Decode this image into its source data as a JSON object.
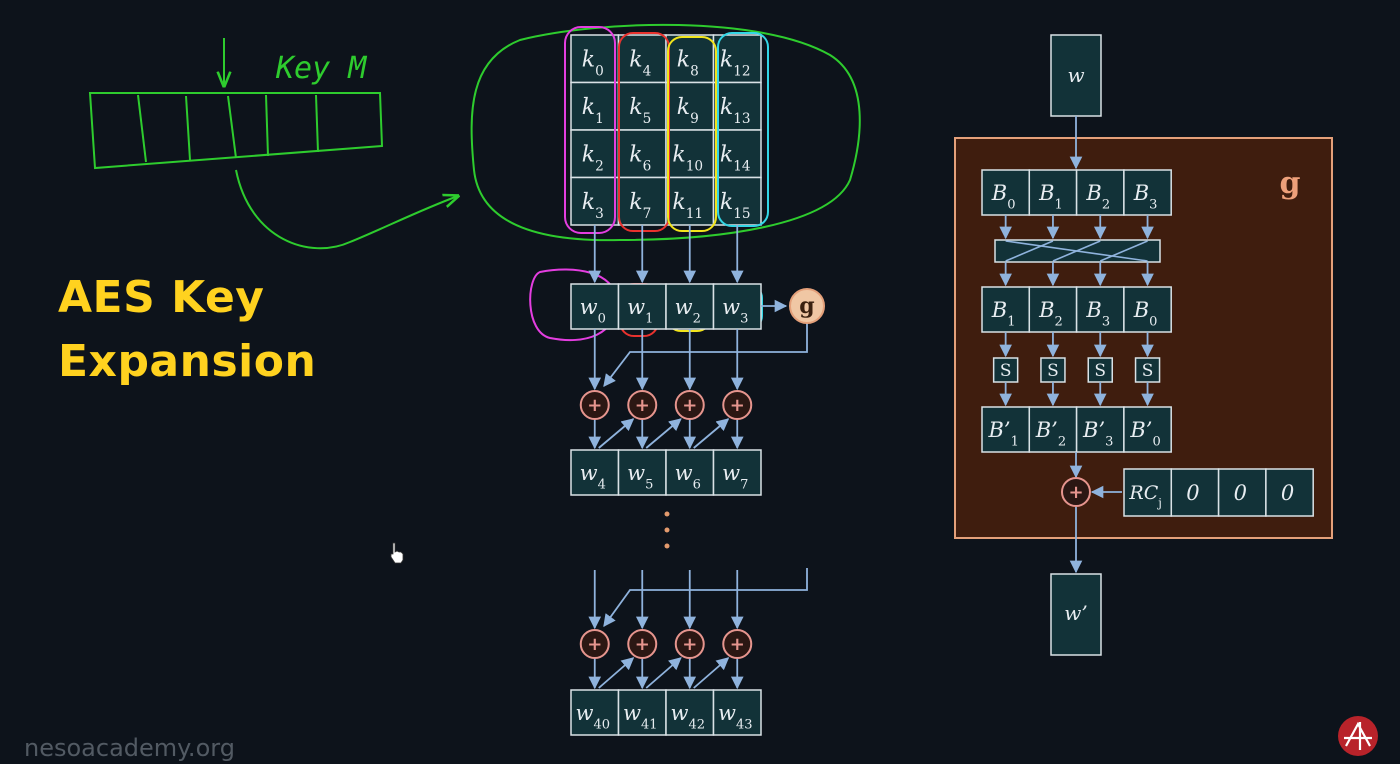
{
  "title": {
    "line1": "AES Key",
    "line2": "Expansion"
  },
  "handwriting": {
    "key_label": "Key M"
  },
  "key_matrix": {
    "columns": [
      [
        {
          "b": "k",
          "s": "0"
        },
        {
          "b": "k",
          "s": "1"
        },
        {
          "b": "k",
          "s": "2"
        },
        {
          "b": "k",
          "s": "3"
        }
      ],
      [
        {
          "b": "k",
          "s": "4"
        },
        {
          "b": "k",
          "s": "5"
        },
        {
          "b": "k",
          "s": "6"
        },
        {
          "b": "k",
          "s": "7"
        }
      ],
      [
        {
          "b": "k",
          "s": "8"
        },
        {
          "b": "k",
          "s": "9"
        },
        {
          "b": "k",
          "s": "10"
        },
        {
          "b": "k",
          "s": "11"
        }
      ],
      [
        {
          "b": "k",
          "s": "12"
        },
        {
          "b": "k",
          "s": "13"
        },
        {
          "b": "k",
          "s": "14"
        },
        {
          "b": "k",
          "s": "15"
        }
      ]
    ]
  },
  "words_row_0": [
    {
      "b": "w",
      "s": "0"
    },
    {
      "b": "w",
      "s": "1"
    },
    {
      "b": "w",
      "s": "2"
    },
    {
      "b": "w",
      "s": "3"
    }
  ],
  "words_row_1": [
    {
      "b": "w",
      "s": "4"
    },
    {
      "b": "w",
      "s": "5"
    },
    {
      "b": "w",
      "s": "6"
    },
    {
      "b": "w",
      "s": "7"
    }
  ],
  "words_row_last": [
    {
      "b": "w",
      "s": "40"
    },
    {
      "b": "w",
      "s": "41"
    },
    {
      "b": "w",
      "s": "42"
    },
    {
      "b": "w",
      "s": "43"
    }
  ],
  "g_label": "g",
  "xor_symbol": "+",
  "g_function": {
    "input": "w",
    "output": "w’",
    "label": "g",
    "bytes_in": [
      {
        "b": "B",
        "s": "0"
      },
      {
        "b": "B",
        "s": "1"
      },
      {
        "b": "B",
        "s": "2"
      },
      {
        "b": "B",
        "s": "3"
      }
    ],
    "bytes_rot": [
      {
        "b": "B",
        "s": "1"
      },
      {
        "b": "B",
        "s": "2"
      },
      {
        "b": "B",
        "s": "3"
      },
      {
        "b": "B",
        "s": "0"
      }
    ],
    "sbox_label": "S",
    "bytes_sub": [
      {
        "b": "B’",
        "s": "1"
      },
      {
        "b": "B’",
        "s": "2"
      },
      {
        "b": "B’",
        "s": "3"
      },
      {
        "b": "B’",
        "s": "0"
      }
    ],
    "rcon": [
      {
        "b": "RC",
        "s": "j"
      },
      {
        "b": "0",
        "s": ""
      },
      {
        "b": "0",
        "s": ""
      },
      {
        "b": "0",
        "s": ""
      }
    ]
  },
  "watermark": "nesoacademy.org",
  "colors": {
    "background": "#0d131b",
    "cell_fill": "#123238",
    "cell_border": "#d9e2e6",
    "arrow": "#8fb3dd",
    "xor": "#e6958e",
    "g_box": "#3f1d0e",
    "g_border": "#e4a07a",
    "title": "#ffd21f",
    "pen_green": "#2ecc2e"
  }
}
